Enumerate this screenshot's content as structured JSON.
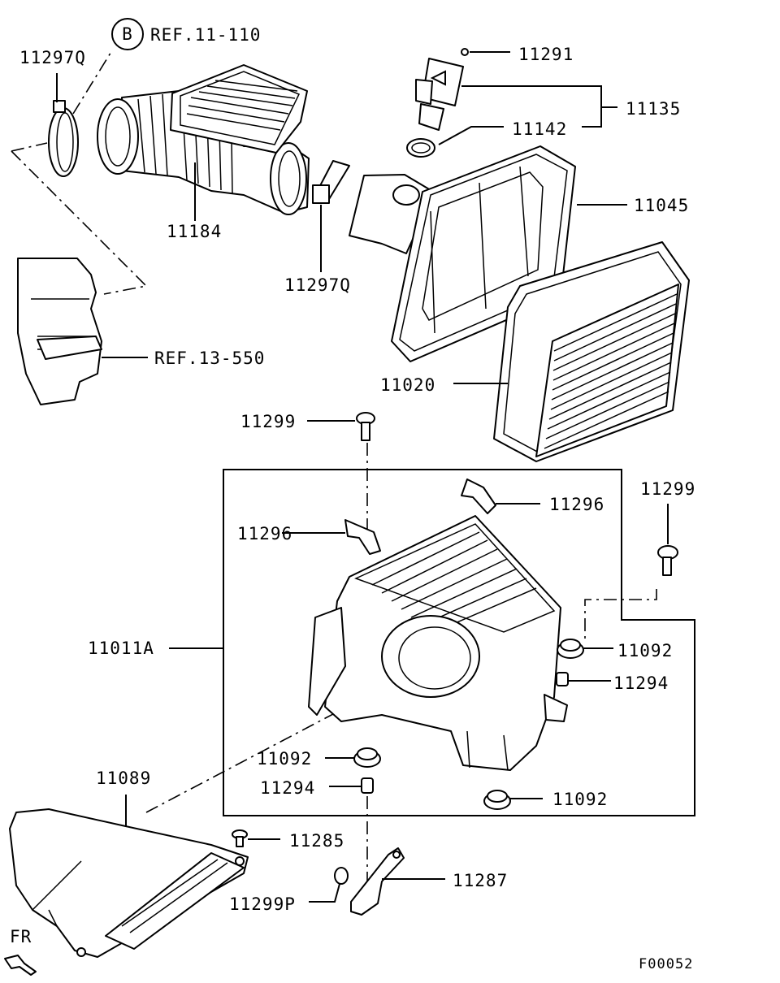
{
  "labels": {
    "ref_b_circle": "B",
    "ref_11_110": "REF.11-110",
    "p11297q_top": "11297Q",
    "p11291": "11291",
    "p11135": "11135",
    "p11142": "11142",
    "p11184": "11184",
    "p11045": "11045",
    "p11297q_mid": "11297Q",
    "ref_13_550": "REF.13-550",
    "p11020": "11020",
    "p11299_top": "11299",
    "p11296_right": "11296",
    "p11299_right": "11299",
    "p11296_left": "11296",
    "p11011a": "11011A",
    "p11092_right": "11092",
    "p11294_right": "11294",
    "p11092_left": "11092",
    "p11294_left": "11294",
    "p11092_bottom": "11092",
    "p11089": "11089",
    "p11285": "11285",
    "p11287": "11287",
    "p11299p": "11299P",
    "fr": "FR",
    "figure_code": "F00052"
  }
}
